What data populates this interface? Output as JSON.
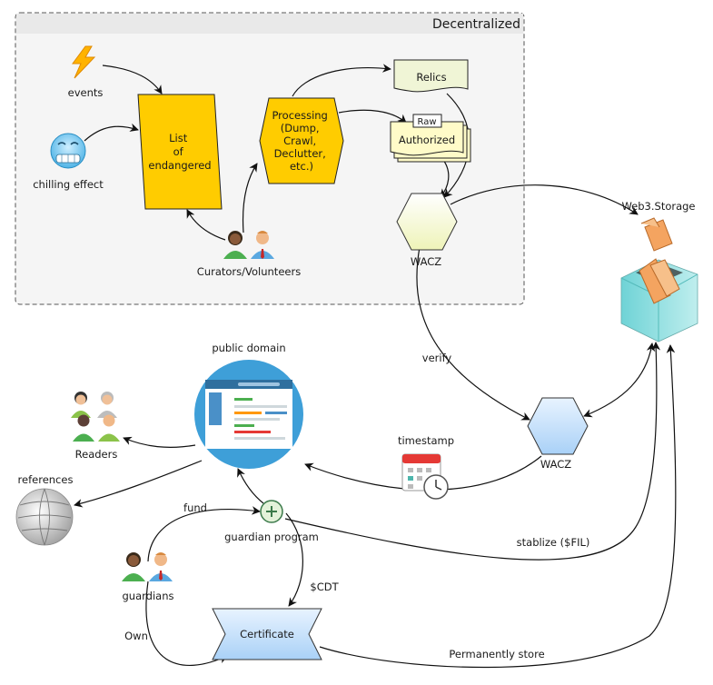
{
  "region": {
    "title": "Decentralized"
  },
  "nodes": {
    "events": "events",
    "chilling": "chilling effect",
    "list": [
      "List",
      "of",
      "endangered"
    ],
    "processing": [
      "Processing",
      "(Dump,",
      "Crawl,",
      "Declutter,",
      "etc.)"
    ],
    "relics": "Relics",
    "raw": "Raw",
    "authorized": "Authorized",
    "curators": "Curators/Volunteers",
    "wacz_top": "WACZ",
    "web3": "Web3.Storage",
    "public_domain": "public domain",
    "readers": "Readers",
    "references": "references",
    "wacz_bottom": "WACZ",
    "timestamp": "timestamp",
    "guardian_program": "guardian program",
    "guardians": "guardians",
    "certificate": "Certificate"
  },
  "edges": {
    "verify": "verify",
    "fund": "fund",
    "cdt": "$CDT",
    "stablize": "stablize ($FIL)",
    "own": "Own",
    "permanently": "Permanently store"
  },
  "colors": {
    "region_fill": "#f5f5f5",
    "region_stroke": "#555555",
    "process_fill": "#ffcc00",
    "doc_fill": "#fffbc8",
    "relics_fill": "#f0f5d6",
    "wacz_top_fill": "#f7f9d0",
    "wacz_bottom_fill": "#cce5ff",
    "certificate_fill": "#cce5ff",
    "public_domain_circle": "#3e9fd8"
  }
}
